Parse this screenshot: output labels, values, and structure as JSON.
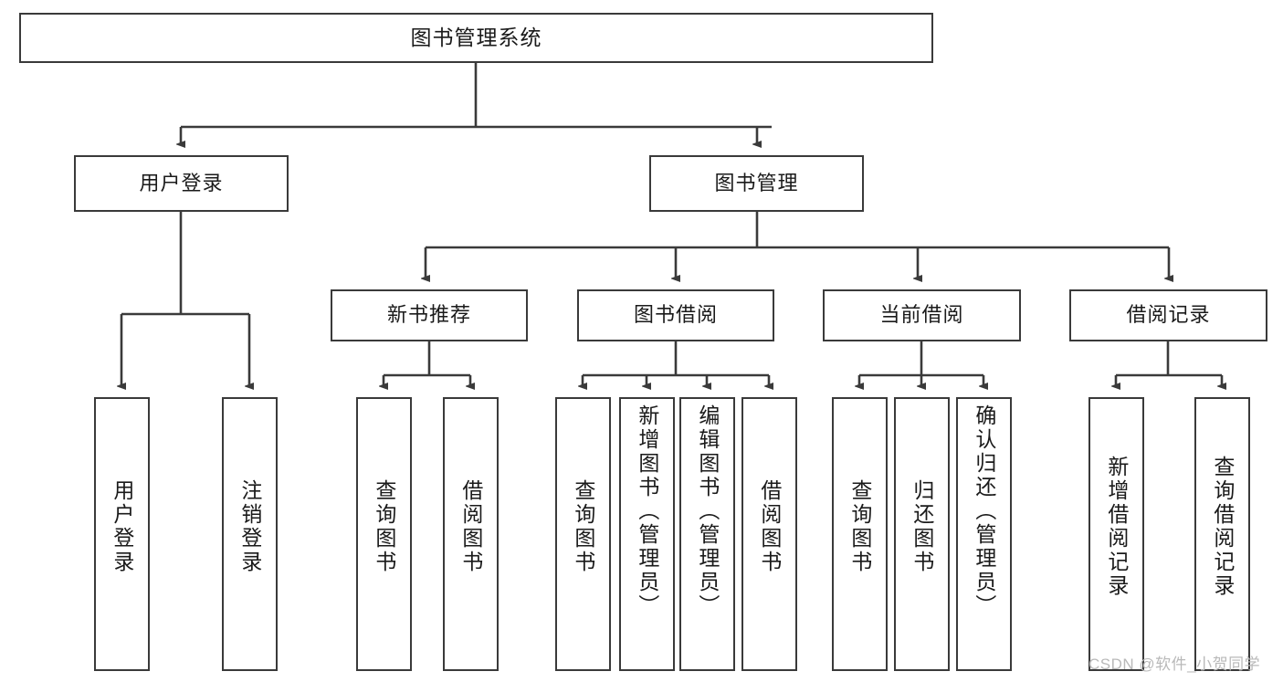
{
  "diagram": {
    "title": "图书管理系统",
    "watermark": "CSDN @软件_小贺同学",
    "accent_color": "#3a3a3a",
    "background_color": "#ffffff",
    "text_color": "#1a1a1a"
  },
  "nodes": {
    "root": {
      "label": "图书管理系统"
    },
    "level2": [
      {
        "label": "用户登录"
      },
      {
        "label": "图书管理"
      }
    ],
    "level3": [
      {
        "label": "新书推荐"
      },
      {
        "label": "图书借阅"
      },
      {
        "label": "当前借阅"
      },
      {
        "label": "借阅记录"
      }
    ],
    "leaves": {
      "user_login": [
        {
          "label": "用户登录"
        },
        {
          "label": "注销登录"
        }
      ],
      "new_book_recommend": [
        {
          "label": "查询图书"
        },
        {
          "label": "借阅图书"
        }
      ],
      "book_borrow": [
        {
          "label": "查询图书"
        },
        {
          "label": "新增图书（管理员）"
        },
        {
          "label": "编辑图书（管理员）"
        },
        {
          "label": "借阅图书"
        }
      ],
      "current_borrow": [
        {
          "label": "查询图书"
        },
        {
          "label": "归还图书"
        },
        {
          "label": "确认归还（管理员）"
        }
      ],
      "borrow_record": [
        {
          "label": "新增借阅记录"
        },
        {
          "label": "查询借阅记录"
        }
      ]
    }
  }
}
